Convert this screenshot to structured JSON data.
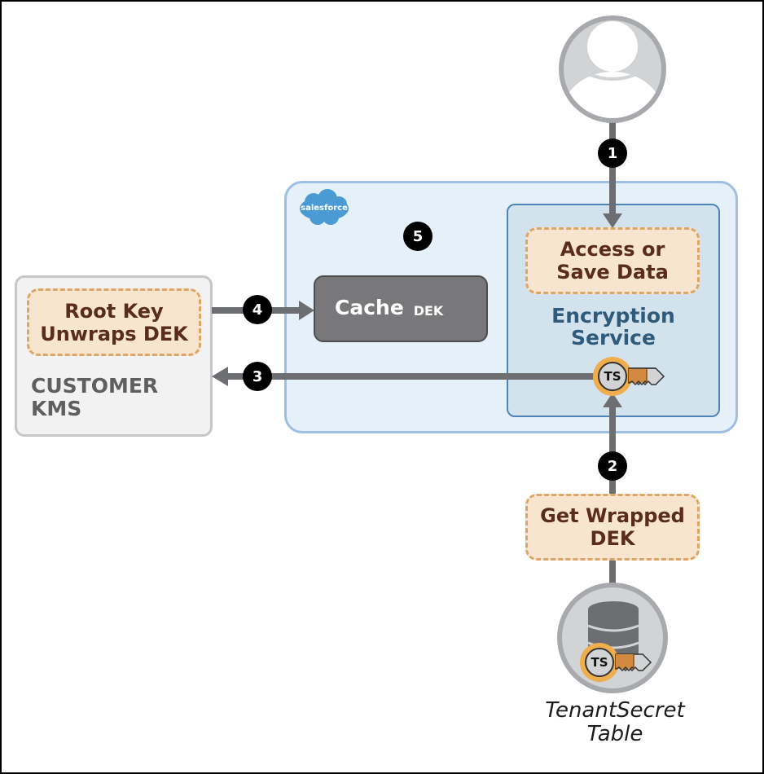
{
  "diagram": {
    "title": "Cache-only key flow",
    "brand": {
      "logo_text": "salesforce",
      "logo_color": "#4a9ad4"
    },
    "nodes": {
      "user": {
        "icon": "user-avatar-icon"
      },
      "access_or_save": {
        "line1": "Access or",
        "line2": "Save Data"
      },
      "encryption_service": {
        "line1": "Encryption",
        "line2": "Service"
      },
      "cache": {
        "label": "Cache",
        "key_label": "DEK"
      },
      "root_key": {
        "line1": "Root Key",
        "line2": "Unwraps DEK"
      },
      "customer_kms": {
        "line1": "CUSTOMER",
        "line2": "KMS"
      },
      "get_wrapped": {
        "line1": "Get Wrapped",
        "line2": "DEK"
      },
      "tenant_secret": {
        "line1": "TenantSecret",
        "line2": "Table",
        "key_label": "TS"
      },
      "enc_key": {
        "key_label": "TS"
      }
    },
    "steps": [
      "1",
      "2",
      "3",
      "4",
      "5"
    ],
    "colors": {
      "arrow": "#6d6e71",
      "dashed_fill": "#f7e5cf",
      "dashed_border": "#dda667",
      "key_orange": "#d18a3f",
      "key_ring": "#f0ad4e",
      "step_badge": "#000000"
    }
  }
}
